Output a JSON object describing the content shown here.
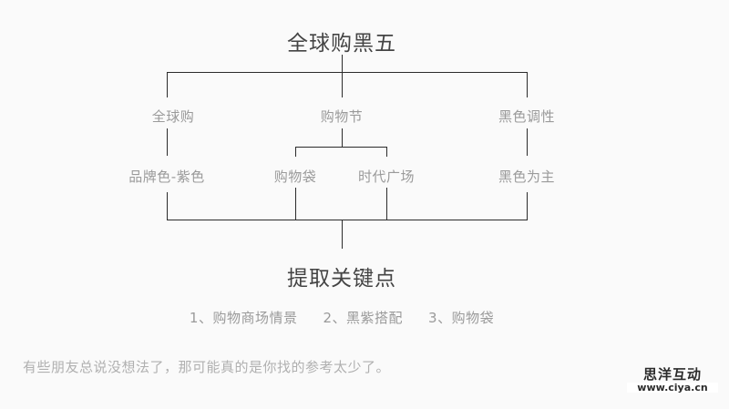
{
  "diagram": {
    "background_color": "#fafafa",
    "line_color": "#2b2b2b",
    "title_color": "#444444",
    "node_color": "#9a9a9a",
    "footnote_color": "#b0b0b0",
    "root": {
      "label": "全球购黑五"
    },
    "level2": [
      {
        "label": "全球购"
      },
      {
        "label": "购物节"
      },
      {
        "label": "黑色调性"
      }
    ],
    "level3": [
      {
        "label": "品牌色-紫色"
      },
      {
        "label": "购物袋"
      },
      {
        "label": "时代广场"
      },
      {
        "label": "黑色为主"
      }
    ],
    "summary": {
      "title": "提取关键点",
      "items": [
        "1、购物商场情景",
        "2、黑紫搭配",
        "3、购物袋"
      ]
    },
    "footnote": "有些朋友总说没想法了，那可能真的是你找的参考太少了。"
  },
  "watermark": {
    "brand": "思洋互动",
    "url": "www.ciya.cn"
  }
}
